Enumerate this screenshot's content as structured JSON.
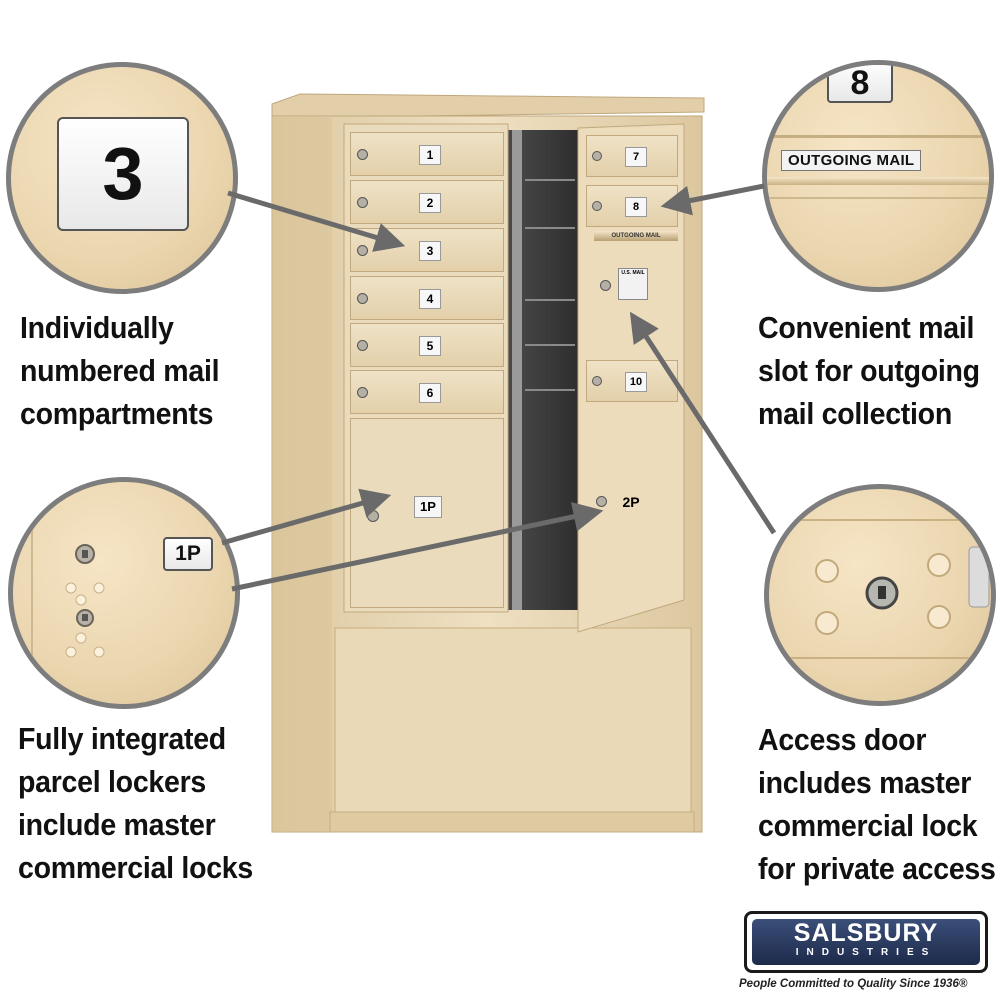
{
  "captions": {
    "top_left": [
      "Individually",
      "numbered mail",
      "compartments"
    ],
    "bottom_left": [
      "Fully integrated",
      "parcel lockers",
      "include master",
      "commercial locks"
    ],
    "top_right": [
      "Convenient mail",
      "slot for outgoing",
      "mail collection"
    ],
    "bottom_right": [
      "Access door",
      "includes master",
      "commercial lock",
      "for private access"
    ]
  },
  "zoom_callouts": {
    "compartment_number": "3",
    "parcel_number": "1P",
    "outgoing_number": "8",
    "outgoing_label": "OUTGOING MAIL"
  },
  "mailbox": {
    "left_doors": [
      "1",
      "2",
      "3",
      "4",
      "5",
      "6"
    ],
    "right_doors": [
      "7",
      "8",
      "10"
    ],
    "parcel_left": "1P",
    "parcel_right": "2P",
    "slot_label": "OUTGOING MAIL",
    "usps_label": "U.S. MAIL"
  },
  "brand": {
    "name": "SALSBURY",
    "sub": "INDUSTRIES",
    "tagline": "People Committed to Quality Since 1936®"
  },
  "colors": {
    "cabinet": "#e8d7b4",
    "cabinet_shadow": "#cdb88f",
    "arrow": "#6a6a6a"
  }
}
